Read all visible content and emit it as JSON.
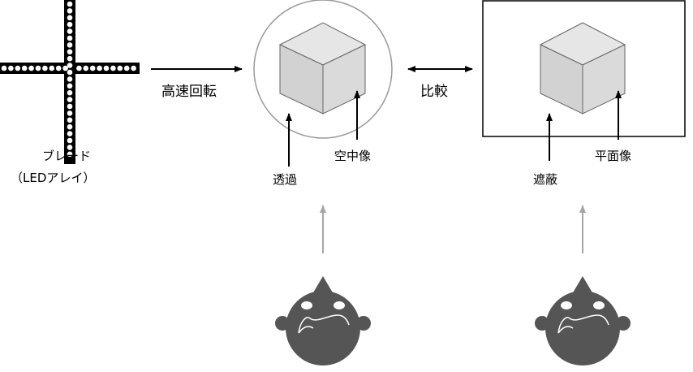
{
  "labels": {
    "blade": "ブレード",
    "blade_sub": "（LEDアレイ）",
    "spin": "高速回転",
    "compare": "比較",
    "aerial_image": "空中像",
    "transmission": "透過",
    "flat_image": "平面像",
    "occlusion": "遮蔽"
  },
  "colors": {
    "cube_fill": "#d9d9d9",
    "cube_stroke": "#666666",
    "circle_stroke": "#9a9a9a",
    "viewer_fill": "#555555",
    "gray_arrow": "#a6a6a6"
  },
  "icons": [
    "led-blade-cross",
    "cube-icon",
    "viewer-face-icon"
  ]
}
